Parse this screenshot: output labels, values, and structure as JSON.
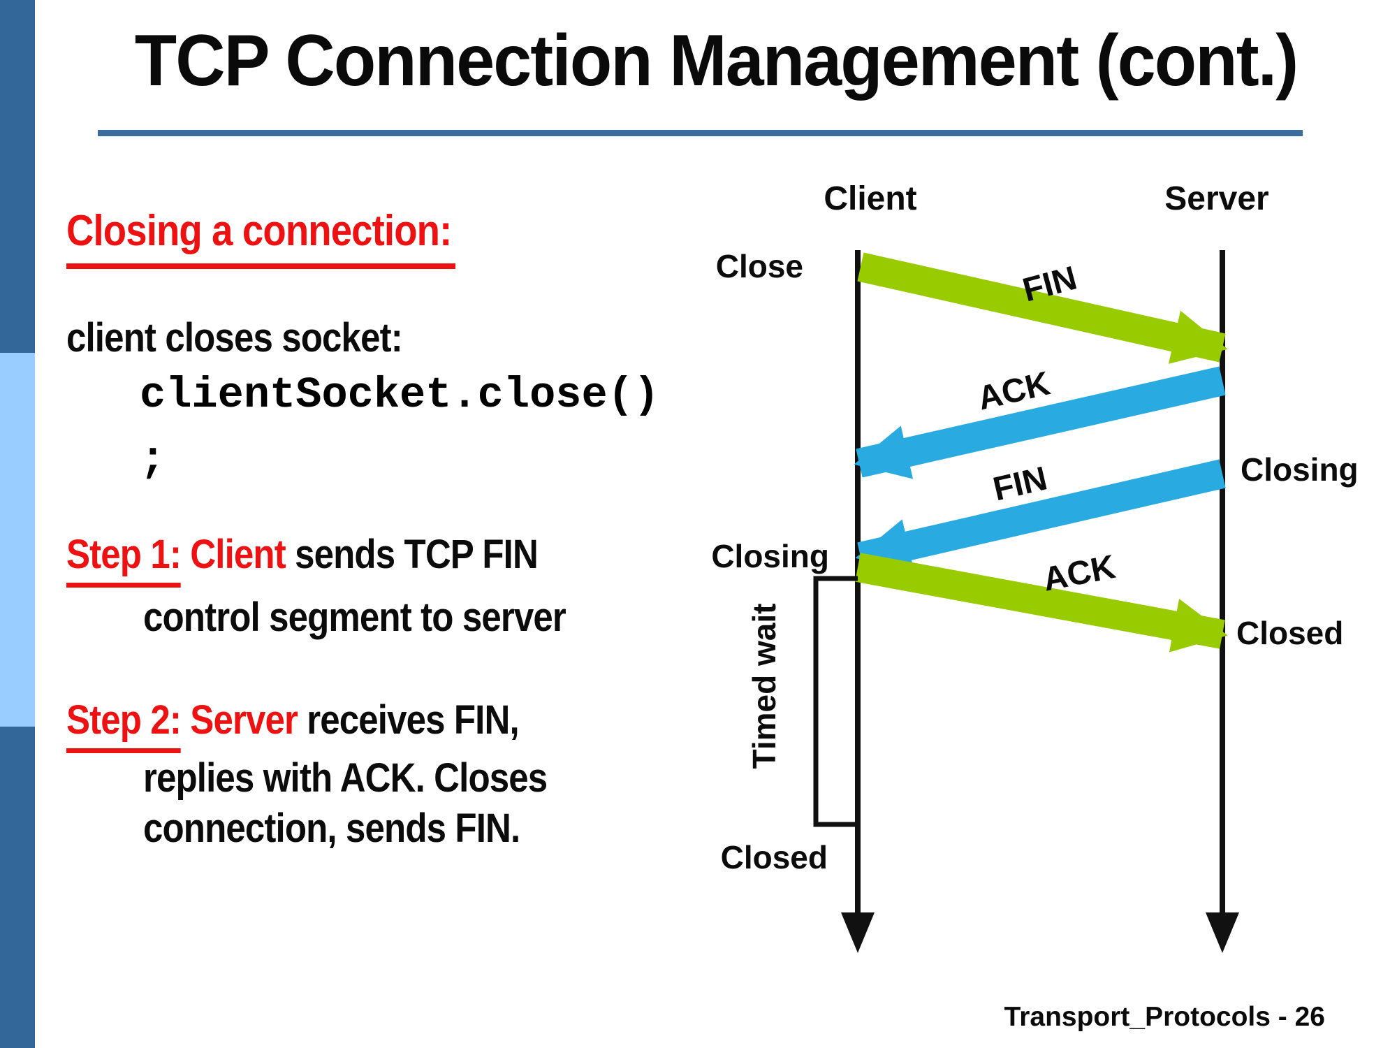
{
  "slide": {
    "title": "TCP Connection Management (cont.)",
    "footer": "Transport_Protocols - 26",
    "colors": {
      "sidebar_dark": "#336699",
      "sidebar_light": "#99ccff",
      "rule_blue": "#3d6d9e",
      "accent_red": "#ee1111",
      "arrow_green": "#99cc00",
      "arrow_blue": "#29abe2"
    }
  },
  "content": {
    "heading": "Closing a connection:",
    "intro": "client closes socket:",
    "code_line1": "clientSocket.close()",
    "code_line2": ";",
    "step1_label": "Step 1:",
    "step1_actor": " Client",
    "step1_text": " sends TCP FIN",
    "step1_line2": "control segment to server",
    "step2_label": "Step 2:",
    "step2_actor": " Server",
    "step2_text": " receives FIN,",
    "step2_line2": "replies with ACK. Closes",
    "step2_line3": "connection, sends FIN."
  },
  "diagram": {
    "client_label": "Client",
    "server_label": "Server",
    "close_label": "Close",
    "closing_client_label": "Closing",
    "closed_client_label": "Closed",
    "closing_server_label": "Closing",
    "closed_server_label": "Closed",
    "timed_wait_label": "Timed wait",
    "arrow1_label": "FIN",
    "arrow2_label": "ACK",
    "arrow3_label": "FIN",
    "arrow4_label": "ACK"
  }
}
